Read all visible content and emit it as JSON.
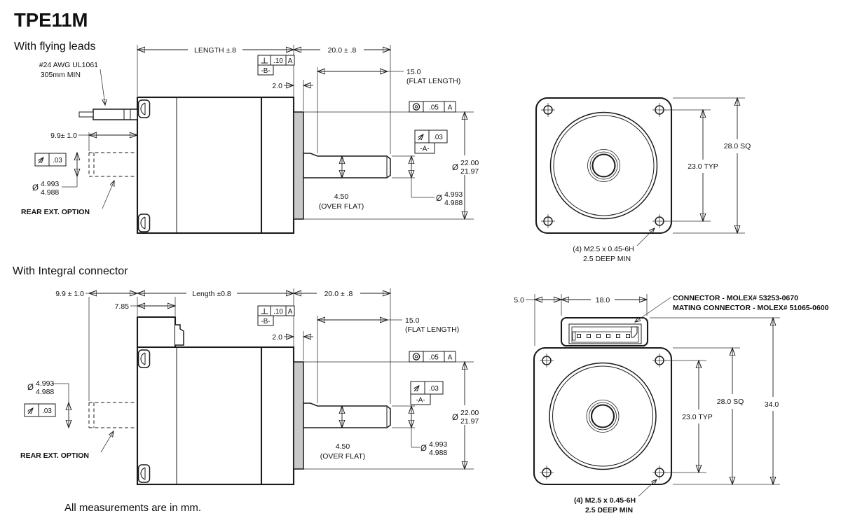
{
  "title": "TPE11M",
  "footer": "All measurements are in mm.",
  "dia_symbol": "Ø",
  "flying": {
    "heading": "With flying leads",
    "side": {
      "lead_label_1": "#24 AWG UL1061",
      "lead_label_2": "305mm MIN",
      "length": "LENGTH ±.8",
      "shaft_len": "20.0 ± .8",
      "flat_len": "15.0",
      "flat_note": "(FLAT LENGTH)",
      "boss_depth": "2.0",
      "rear_len": "9.9± 1.0",
      "over_flat": "4.50",
      "over_flat_note": "(OVER FLAT)",
      "rear_option": "REAR EXT. OPTION",
      "pilot_dia_hi": "22.00",
      "pilot_dia_lo": "21.97",
      "shaft_dia_hi": "4.993",
      "shaft_dia_lo": "4.988",
      "rear_dia_hi": "4.993",
      "rear_dia_lo": "4.988",
      "perp_tol": ".10",
      "perp_datum": "A",
      "datum_b": "-B-",
      "conc_tol": ".05",
      "conc_datum": "A",
      "runout_tol": ".03",
      "datum_a": "-A-",
      "rear_runout_tol": ".03"
    },
    "front": {
      "square": "28.0 SQ",
      "hole_pitch": "23.0 TYP",
      "tap_line_1": "(4) M2.5 x 0.45-6H",
      "tap_line_2": "2.5 DEEP MIN"
    }
  },
  "integral": {
    "heading": "With Integral connector",
    "side": {
      "length": "Length ±0.8",
      "housing_depth": "7.85",
      "shaft_len": "20.0 ± .8",
      "flat_len": "15.0",
      "flat_note": "(FLAT LENGTH)",
      "boss_depth": "2.0",
      "rear_len": "9.9 ± 1.0",
      "over_flat": "4.50",
      "over_flat_note": "(OVER FLAT)",
      "rear_option": "REAR EXT. OPTION",
      "pilot_dia_hi": "22.00",
      "pilot_dia_lo": "21.97",
      "shaft_dia_hi": "4.993",
      "shaft_dia_lo": "4.988",
      "rear_dia_hi": "4.993",
      "rear_dia_lo": "4.988",
      "perp_tol": ".10",
      "perp_datum": "A",
      "datum_b": "-B-",
      "conc_tol": ".05",
      "conc_datum": "A",
      "runout_tol": ".03",
      "datum_a": "-A-",
      "rear_runout_tol": ".03"
    },
    "front": {
      "square": "28.0 SQ",
      "hole_pitch": "23.0 TYP",
      "overall_height": "34.0",
      "conn_offset": "5.0",
      "conn_width": "18.0",
      "connector_label": "CONNECTOR - MOLEX# 53253-0670",
      "mating_label": "MATING CONNECTOR - MOLEX# 51065-0600",
      "tap_line_1": "(4) M2.5 x 0.45-6H",
      "tap_line_2": "2.5 DEEP MIN"
    }
  }
}
